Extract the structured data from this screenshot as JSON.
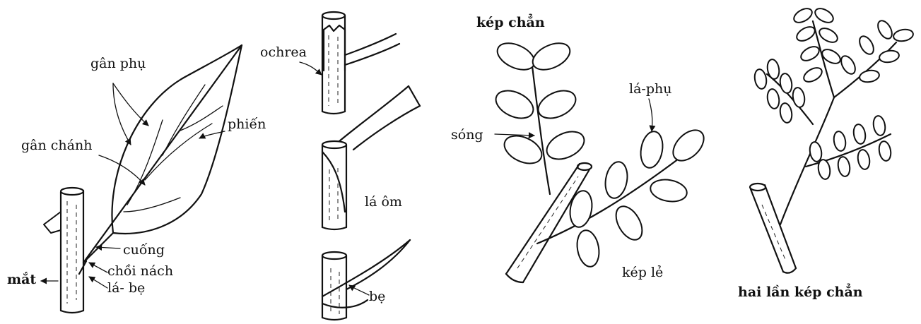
{
  "labels": {
    "gan_phu": "gân phụ",
    "gan_chanh": "gân chánh",
    "phien": "phiến",
    "cuong": "cuống",
    "choi_nach": "chồi nách",
    "mat": "mắt",
    "la_be": "lá- bẹ",
    "ochrea": "ochrea",
    "la_om": "lá ôm",
    "be": "bẹ",
    "kep_chan": "kép chẳn",
    "song": "sóng",
    "la_phu": "lá-phụ",
    "kep_le": "kép lẻ",
    "hai_lan_kep_chan": "hai lần kép chẳn"
  }
}
